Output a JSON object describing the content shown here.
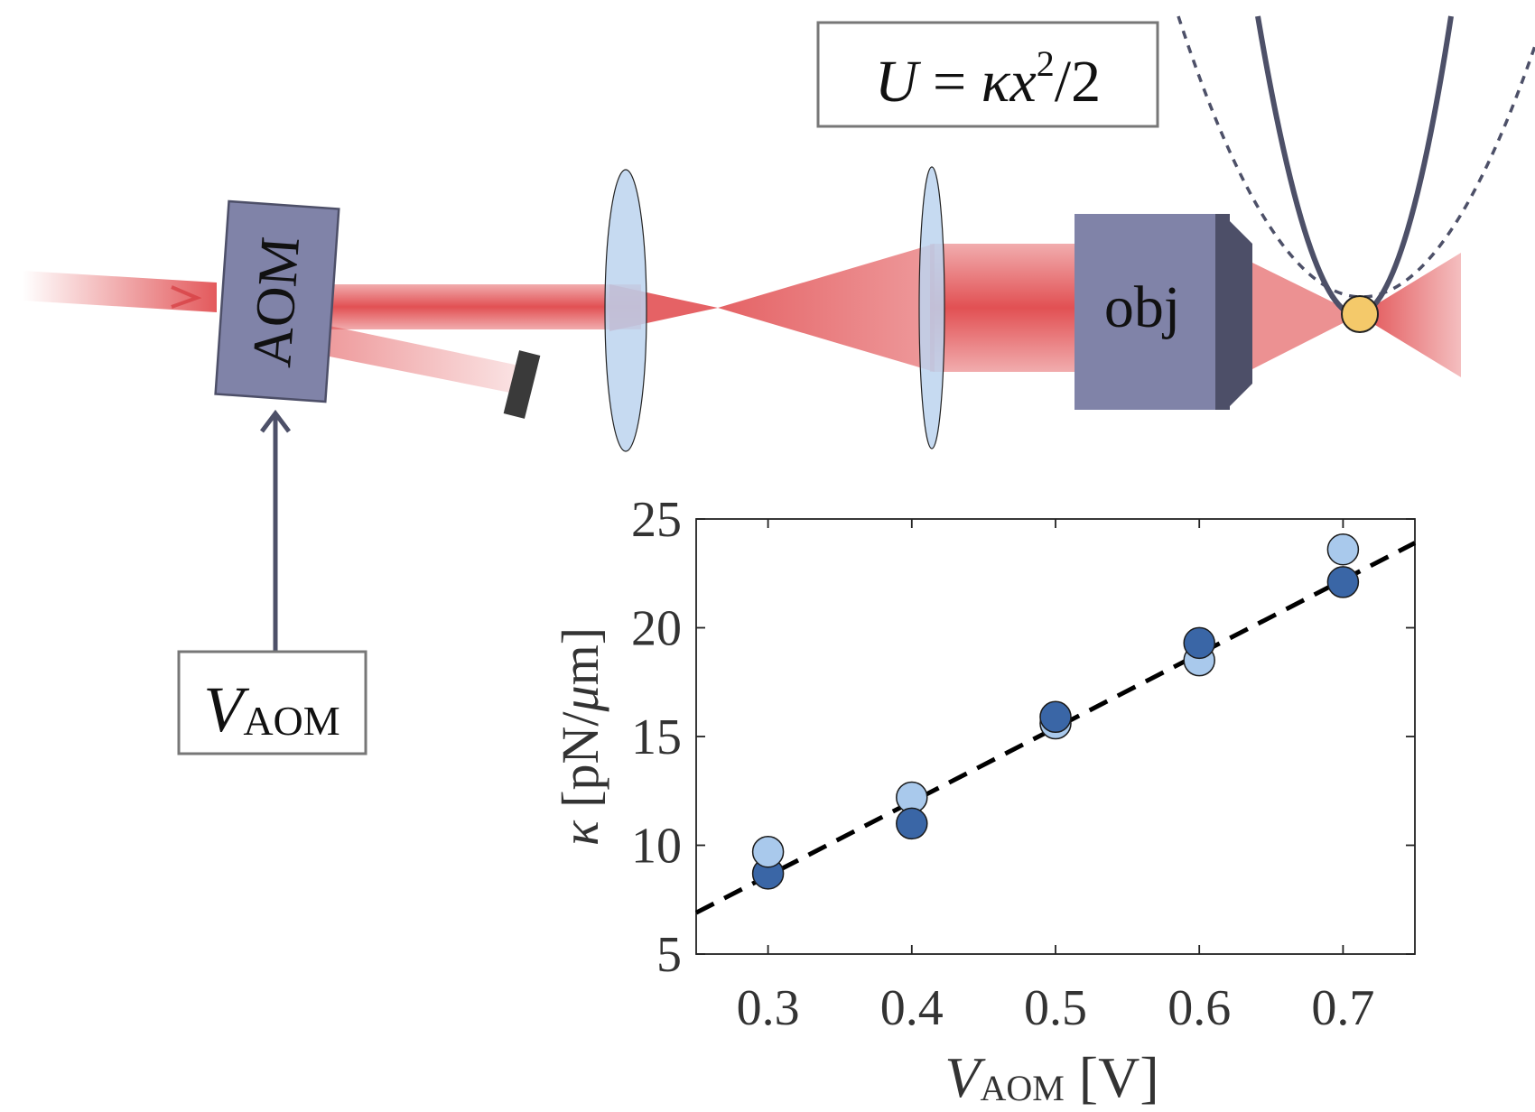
{
  "labels": {
    "aom_device": "AOM",
    "objective": "obj",
    "control_var": "V",
    "control_sub": "AOM",
    "potential": {
      "lhs": "U",
      "eq": " = ",
      "kappa": "κ",
      "x": "x",
      "exp": "2",
      "tail": "/2"
    }
  },
  "colors": {
    "beam": "#e0474a",
    "lens_fill": "#bcd3ee",
    "device": "#8083a8",
    "device_dark": "#4d4f68",
    "potential_curve": "#4d5068",
    "bead": "#f4c96a",
    "beam_dump": "#3a3a3a",
    "point_dark": "#3a66a6",
    "point_light": "#a9c9ec",
    "fit_line": "#000000"
  },
  "chart_data": {
    "type": "scatter",
    "xlabel": {
      "symbol": "V",
      "sub": "AOM",
      "unit": " [V]"
    },
    "ylabel": {
      "symbol": "κ",
      "unit": " [pN/",
      "mu": "μ",
      "unit2": "m]"
    },
    "xlim": [
      0.25,
      0.75
    ],
    "ylim": [
      5,
      25
    ],
    "x_ticks": [
      "0.3",
      "0.4",
      "0.5",
      "0.6",
      "0.7"
    ],
    "y_ticks": [
      "5",
      "10",
      "15",
      "20",
      "25"
    ],
    "grid": false,
    "series": [
      {
        "color": "#3a66a6",
        "points": [
          [
            0.3,
            8.7
          ],
          [
            0.4,
            11.0
          ],
          [
            0.5,
            15.9
          ],
          [
            0.6,
            19.3
          ],
          [
            0.7,
            22.1
          ]
        ]
      },
      {
        "color": "#a9c9ec",
        "points": [
          [
            0.3,
            9.7
          ],
          [
            0.4,
            12.2
          ],
          [
            0.5,
            15.6
          ],
          [
            0.6,
            18.5
          ],
          [
            0.7,
            23.6
          ]
        ]
      }
    ],
    "fit_line": {
      "style": "dashed",
      "points": [
        [
          0.25,
          6.9
        ],
        [
          0.75,
          23.9
        ]
      ]
    }
  }
}
